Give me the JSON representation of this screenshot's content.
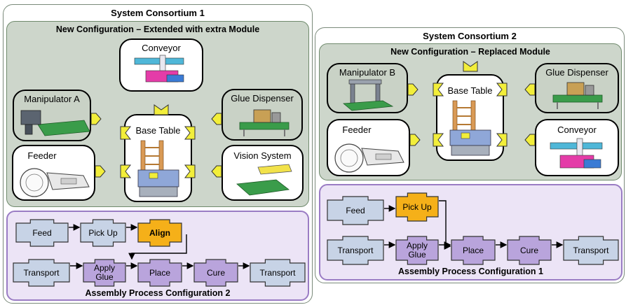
{
  "colors": {
    "step_blue": "#c7d3e6",
    "step_purple": "#b9a4dc",
    "step_orange": "#f5b019",
    "connector_yellow": "#f2ee3a",
    "config_bg": "#cdd6cb",
    "process_bg": "#ece4f6"
  },
  "consortium1": {
    "title": "System Consortium 1",
    "config_title": "New Configuration – Extended with extra Module",
    "modules": {
      "conveyor": "Conveyor",
      "manipulator": "Manipulator A",
      "glue": "Glue Dispenser",
      "base": "Base Table",
      "feeder": "Feeder",
      "vision": "Vision System"
    },
    "process_title": "Assembly Process Configuration 2",
    "steps": {
      "feed": "Feed",
      "pickup": "Pick Up",
      "align": "Align",
      "transport1": "Transport",
      "applyglue": "Apply\nGlue",
      "place": "Place",
      "cure": "Cure",
      "transport2": "Transport"
    }
  },
  "consortium2": {
    "title": "System Consortium 2",
    "config_title": "New Configuration – Replaced Module",
    "modules": {
      "manipulator": "Manipulator B",
      "base": "Base Table",
      "glue": "Glue Dispenser",
      "feeder": "Feeder",
      "conveyor": "Conveyor"
    },
    "process_title": "Assembly Process Configuration 1",
    "steps": {
      "feed": "Feed",
      "pickup": "Pick Up",
      "transport1": "Transport",
      "applyglue": "Apply\nGlue",
      "place": "Place",
      "cure": "Cure",
      "transport2": "Transport"
    }
  }
}
